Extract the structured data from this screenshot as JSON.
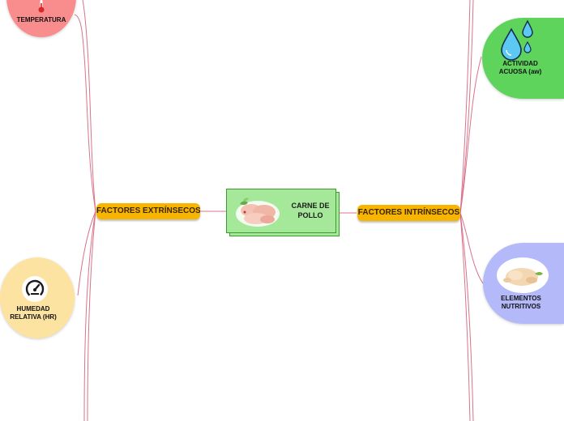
{
  "center": {
    "line1": "CARNE DE",
    "line2": "POLLO",
    "image_icon": "chicken-meat-image"
  },
  "branches": {
    "left": {
      "label": "FACTORES EXTRÍNSECOS"
    },
    "right": {
      "label": "FACTORES INTRÍNSECOS"
    }
  },
  "leaves": {
    "temperatura": {
      "label": "TEMPERATURA",
      "icon": "thermometer-icon",
      "color": "#f98d8d"
    },
    "humedad": {
      "line1": "HUMEDAD",
      "line2": "RELATIVA (HR)",
      "icon": "gauge-icon",
      "color": "#fde3a2"
    },
    "actividad": {
      "line1": "ACTIVIDAD",
      "line2": "ACUOSA (aw)",
      "icon": "water-drops-icon",
      "color": "#5fd45d"
    },
    "elementos": {
      "line1": "ELEMENTOS",
      "line2": "NUTRITIVOS",
      "icon": "chicken-image",
      "color": "#b4b9f9"
    }
  },
  "colors": {
    "connector": "#d9738a",
    "pill": "#f7b500",
    "center_fill": "#a6e89a",
    "center_border": "#3b9b2c"
  }
}
